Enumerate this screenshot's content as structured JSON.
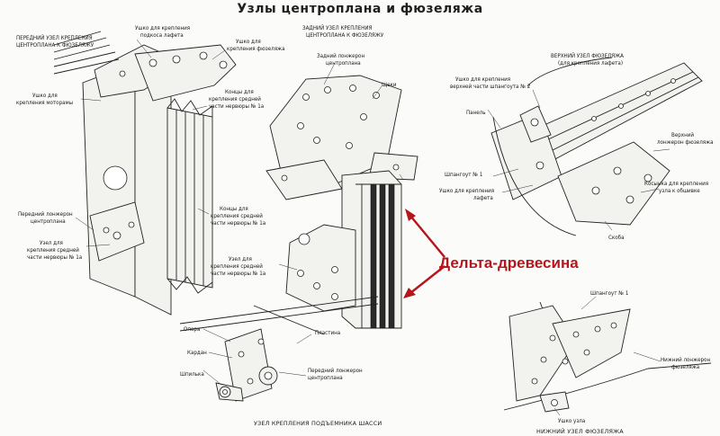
{
  "title": "Узлы центроплана и фюзеляжа",
  "annotation": "Дельта-древесина",
  "colors": {
    "annotation": "#b5151b",
    "ink": "#222222",
    "paper": "#fbfbf9"
  },
  "left_assembly": {
    "caption": [
      "ПЕРЕДНИЙ УЗЕЛ КРЕПЛЕНИЯ",
      "ЦЕНТРОПЛАНА К ФЮЗЕЛЯЖУ"
    ],
    "labels": {
      "ushko_podkosa": [
        "Ушко для крепления",
        "подкоса лафета"
      ],
      "ushko_fuzelyazh": [
        "Ушко для",
        "крепления фюзеляжа"
      ],
      "ushko_motorama": [
        "Ушко для",
        "крепления моторамы"
      ],
      "kontsy_1a_top": [
        "Концы для",
        "крепления средней",
        "части нервюры № 1а"
      ],
      "peredniy_lonzheron": [
        "Передний лонжерон",
        "центроплана"
      ],
      "uzel_1a": [
        "Узел для",
        "крепления средней",
        "части нервюры № 1а"
      ]
    }
  },
  "middle_assembly": {
    "caption": [
      "ЗАДНИЙ УЗЕЛ КРЕПЛЕНИЯ",
      "ЦЕНТРОПЛАНА К ФЮЗЕЛЯЖУ"
    ],
    "labels": {
      "zadniy_lonzheron": [
        "Задний лонжерон",
        "центроплана"
      ],
      "schyoki": [
        "Щеки"
      ],
      "kontsy_1a": [
        "Концы для",
        "крепления средней",
        "части нервюры № 1а"
      ],
      "uzel_1a": [
        "Узел для",
        "крепления средней",
        "части нервюры № 1а"
      ]
    }
  },
  "right_top_assembly": {
    "caption": [
      "ВЕРХНИЙ УЗЕЛ ФЮЗЕЛЯЖА",
      "(для крепления лафета)"
    ],
    "labels": {
      "ushko_shpangout2": [
        "Ушко для крепления",
        "верхней части шпангоута № 2"
      ],
      "panel": [
        "Панель"
      ],
      "verkhniy_lonzheron": [
        "Верхний",
        "лонжерон фюзеляжа"
      ],
      "shpangout1": [
        "Шпангоут № 1"
      ],
      "ushko_lafeta": [
        "Ушко для крепления",
        "лафета"
      ],
      "kosynka": [
        "Косынка для крепления",
        "узла к обшивке"
      ],
      "skoba": [
        "Скоба"
      ]
    }
  },
  "bottom_middle_assembly": {
    "caption": [
      "УЗЕЛ КРЕПЛЕНИЯ ПОДЪЕМНИКА ШАССИ"
    ],
    "labels": {
      "opora": [
        "Опора"
      ],
      "plastina": [
        "Пластина"
      ],
      "kardan": [
        "Кардан"
      ],
      "shpilka": [
        "Шпилька"
      ],
      "peredniy_lonzheron": [
        "Передний лонжерон",
        "центроплана"
      ]
    }
  },
  "bottom_right_assembly": {
    "caption": [
      "НИЖНИЙ УЗЕЛ ФЮЗЕЛЯЖА"
    ],
    "labels": {
      "shpangout1": [
        "Шпангоут № 1"
      ],
      "nizhniy_lonzheron": [
        "Нижний лонжерон",
        "фюзеляжа"
      ],
      "ushko_uzla": [
        "Ушко узла"
      ]
    }
  }
}
